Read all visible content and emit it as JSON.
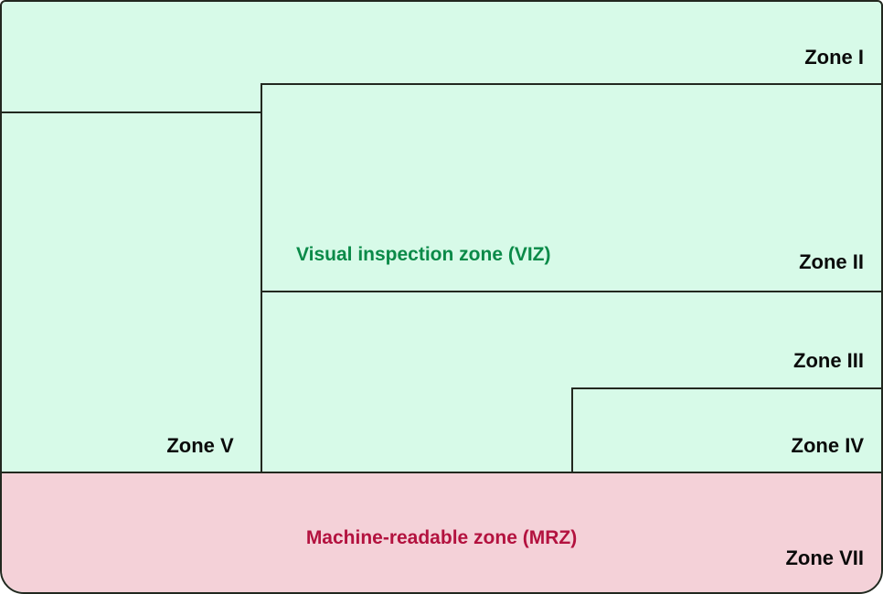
{
  "diagram": {
    "description": "Travel document zone layout diagram",
    "zone_labels": {
      "zone1": "Zone I",
      "zone2": "Zone II",
      "zone3": "Zone III",
      "zone4": "Zone IV",
      "zone5": "Zone V",
      "zone7": "Zone VII"
    },
    "viz": {
      "label": "Visual inspection zone (VIZ)",
      "text_color": "#0a8a48",
      "background": "#d7fae8"
    },
    "mrz": {
      "label": "Machine-readable zone (MRZ)",
      "text_color": "#b3123f",
      "background": "#f4d1d8"
    },
    "line_color": "#22281f",
    "label_color": "#0a0a0a"
  }
}
